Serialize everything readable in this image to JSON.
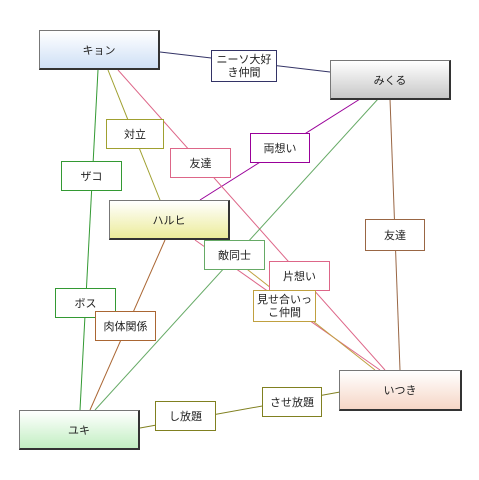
{
  "nodes": {
    "kyon": "キョン",
    "mikuru": "みくる",
    "haruhi": "ハルヒ",
    "itsuki": "いつき",
    "yuki": "ユキ"
  },
  "edges": {
    "kyon_mikuru": {
      "label": "ニーソ大好\nき仲間",
      "color": "#333366"
    },
    "mikuru_haruhi": {
      "label": "両想い",
      "color": "#990099"
    },
    "kyon_haruhi": {
      "label": "対立",
      "color": "#a0a030"
    },
    "kyon_itsuki": {
      "label": "友達",
      "color": "#dd6688"
    },
    "kyon_yuki": {
      "label": "ザコ",
      "color": "#339933"
    },
    "mikuru_itsuki": {
      "label": "友達",
      "color": "#996644"
    },
    "mikuru_yuki": {
      "label": "敵同士",
      "color": "#66aa66"
    },
    "haruhi_itsuki_oneway": {
      "label": "片想い",
      "color": "#dd6688"
    },
    "haruhi_itsuki_show": {
      "label": "見せ合いっ\nこ仲間",
      "color": "#c0a040"
    },
    "haruhi_yuki": {
      "label": "肉体関係",
      "color": "#aa6633"
    },
    "yuki_kyon_boss": {
      "label": "ボス",
      "color": "#339933"
    },
    "yuki_itsuki_1": {
      "label": "し放題",
      "color": "#808020"
    },
    "yuki_itsuki_2": {
      "label": "させ放題",
      "color": "#808020"
    }
  }
}
